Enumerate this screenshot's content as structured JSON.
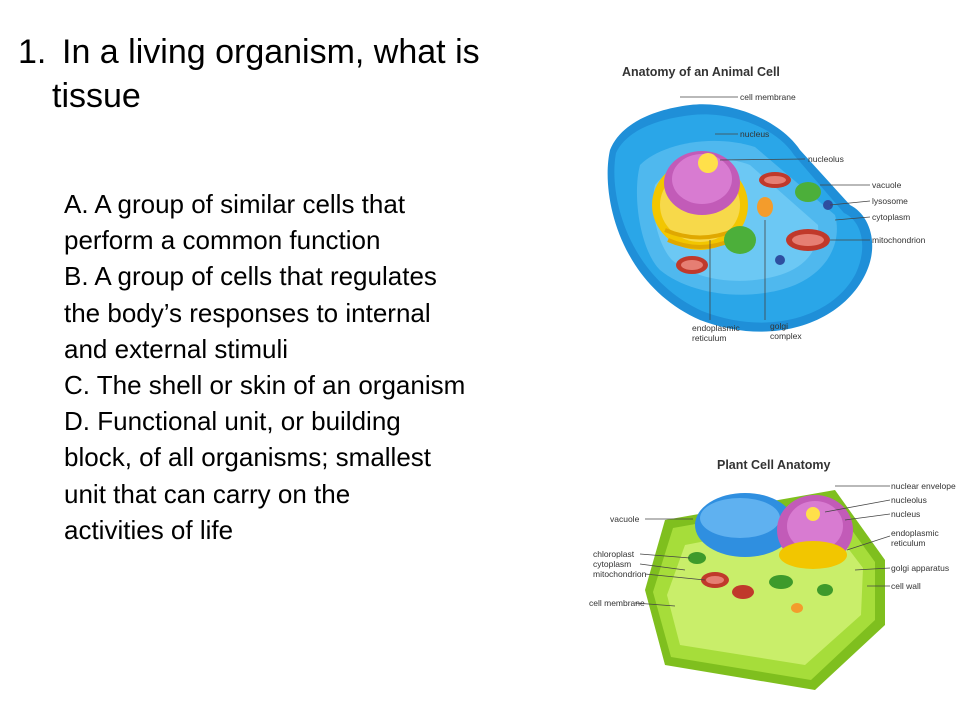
{
  "question": {
    "number": "1.",
    "line1": "In a living organism, what is",
    "line2": "tissue"
  },
  "choices": [
    {
      "lines": [
        "A. A group of similar cells that",
        "perform a common function"
      ]
    },
    {
      "lines": [
        "B. A group of cells that regulates",
        "the body’s responses to internal",
        "and external stimuli"
      ]
    },
    {
      "lines": [
        "C. The shell or skin of an organism"
      ]
    },
    {
      "lines": [
        "D. Functional unit, or building",
        "block, of all organisms; smallest",
        "unit that can carry on the",
        "activities of life"
      ]
    }
  ],
  "animal_cell": {
    "title": "Anatomy of an Animal Cell",
    "labels": {
      "cell_membrane": "cell membrane",
      "nucleus": "nucleus",
      "nucleolus": "nucleolus",
      "vacuole": "vacuole",
      "lysosome": "lysosome",
      "cytoplasm": "cytoplasm",
      "mitochondrion": "mitochondrion",
      "er_1": "endoplasmic",
      "er_2": "reticulum",
      "golgi_1": "golgi",
      "golgi_2": "complex"
    }
  },
  "plant_cell": {
    "title": "Plant Cell Anatomy",
    "labels": {
      "vacuole": "vacuole",
      "chloroplast": "chloroplast",
      "cytoplasm": "cytoplasm",
      "mitochondrion": "mitochondrion",
      "cell_membrane": "cell membrane",
      "nuclear_envelope": "nuclear envelope",
      "nucleolus": "nucleolus",
      "nucleus": "nucleus",
      "er_1": "endoplasmic",
      "er_2": "reticulum",
      "golgi": "golgi apparatus",
      "cell_wall": "cell wall"
    }
  },
  "colors": {
    "animal_cytoplasm": "#2aa6e8",
    "animal_membrane": "#0d6fc4",
    "nucleus": "#f2c600",
    "nucleolus": "#9b3fa6",
    "mitochondrion": "#c0392b",
    "plant_wall": "#8fcf2a",
    "plant_vacuole": "#2f8fe0"
  }
}
